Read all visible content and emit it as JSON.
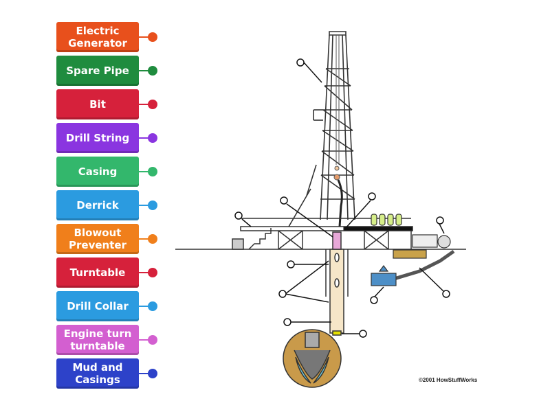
{
  "labels": [
    {
      "text": "Electric Generator",
      "color": "#e8501c"
    },
    {
      "text": "Spare Pipe",
      "color": "#1f8c3e"
    },
    {
      "text": "Bit",
      "color": "#d6213b"
    },
    {
      "text": "Drill String",
      "color": "#8a35e0"
    },
    {
      "text": "Casing",
      "color": "#33b76c"
    },
    {
      "text": "Derrick",
      "color": "#2b9be0"
    },
    {
      "text": "Blowout Preventer",
      "color": "#f07f1b"
    },
    {
      "text": "Turntable",
      "color": "#d6213b"
    },
    {
      "text": "Drill Collar",
      "color": "#2b9be0"
    },
    {
      "text": "Engine turn turntable",
      "color": "#d35fd0"
    },
    {
      "text": "Mud and Casings",
      "color": "#2d42c9"
    }
  ],
  "copyright": "©2001 HowStuffWorks"
}
